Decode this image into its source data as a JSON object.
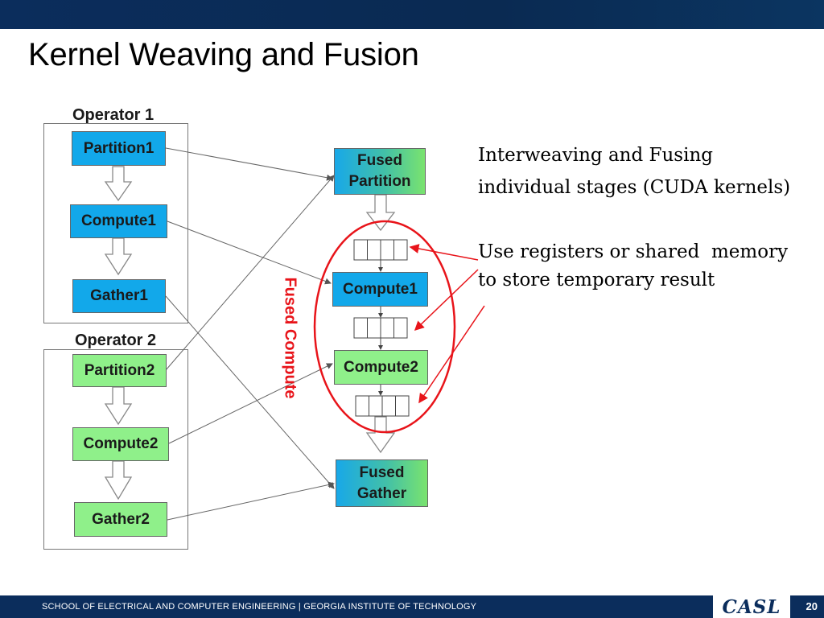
{
  "slide": {
    "title": "Kernel Weaving and Fusion",
    "page_number": "20"
  },
  "footer": {
    "text": "SCHOOL OF ELECTRICAL AND COMPUTER ENGINEERING | GEORGIA INSTITUTE OF TECHNOLOGY",
    "logo": "CASL"
  },
  "diagram": {
    "operator1": {
      "label": "Operator 1",
      "stages": [
        "Partition1",
        "Compute1",
        "Gather1"
      ]
    },
    "operator2": {
      "label": "Operator 2",
      "stages": [
        "Partition2",
        "Compute2",
        "Gather2"
      ]
    },
    "fused": {
      "partition": [
        "Fused",
        "Partition"
      ],
      "compute1": "Compute1",
      "compute2": "Compute2",
      "gather": [
        "Fused",
        "Gather"
      ],
      "compute_label": "Fused Compute"
    },
    "colors": {
      "operator1": "#12a8ea",
      "operator2": "#8ff08a",
      "highlight": "#e8141a"
    }
  },
  "notes": {
    "line1": "Interweaving and Fusing",
    "line2": "individual stages (CUDA kernels)",
    "line3": "Use registers or shared  memory",
    "line4": "to store temporary result"
  }
}
